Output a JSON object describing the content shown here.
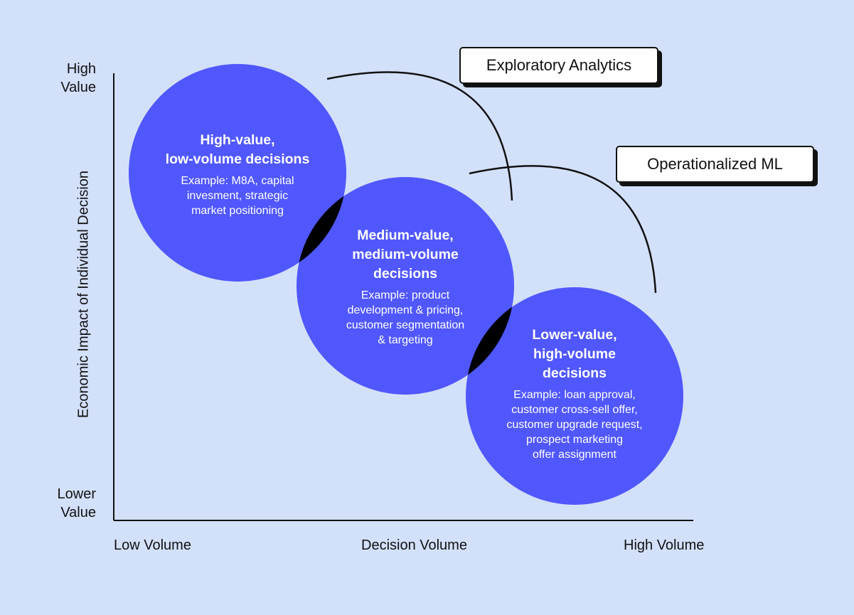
{
  "axes": {
    "y_top": [
      "High",
      "Value"
    ],
    "y_bottom": [
      "Lower",
      "Value"
    ],
    "y_title": "Economic Impact of Individual Decision",
    "x_left": "Low Volume",
    "x_center": "Decision Volume",
    "x_right": "High Volume"
  },
  "tags": {
    "exploratory": "Exploratory Analytics",
    "operationalized": "Operationalized ML"
  },
  "bubbles": [
    {
      "title": [
        "High-value,",
        "low-volume decisions"
      ],
      "example": [
        "Example: M8A, capital",
        "invesment, strategic",
        "market positioning"
      ]
    },
    {
      "title": [
        "Medium-value,",
        "medium-volume",
        "decisions"
      ],
      "example": [
        "Example: product",
        "development & pricing,",
        "customer segmentation",
        "& targeting"
      ]
    },
    {
      "title": [
        "Lower-value,",
        "high-volume",
        "decisions"
      ],
      "example": [
        "Example: loan approval,",
        "customer cross-sell offer,",
        "customer upgrade request,",
        "prospect marketing",
        "offer assignment"
      ]
    }
  ],
  "colors": {
    "background": "#d3e0fa",
    "bubble": "#5057fd",
    "overlap": "#000000",
    "axis": "#111111"
  }
}
